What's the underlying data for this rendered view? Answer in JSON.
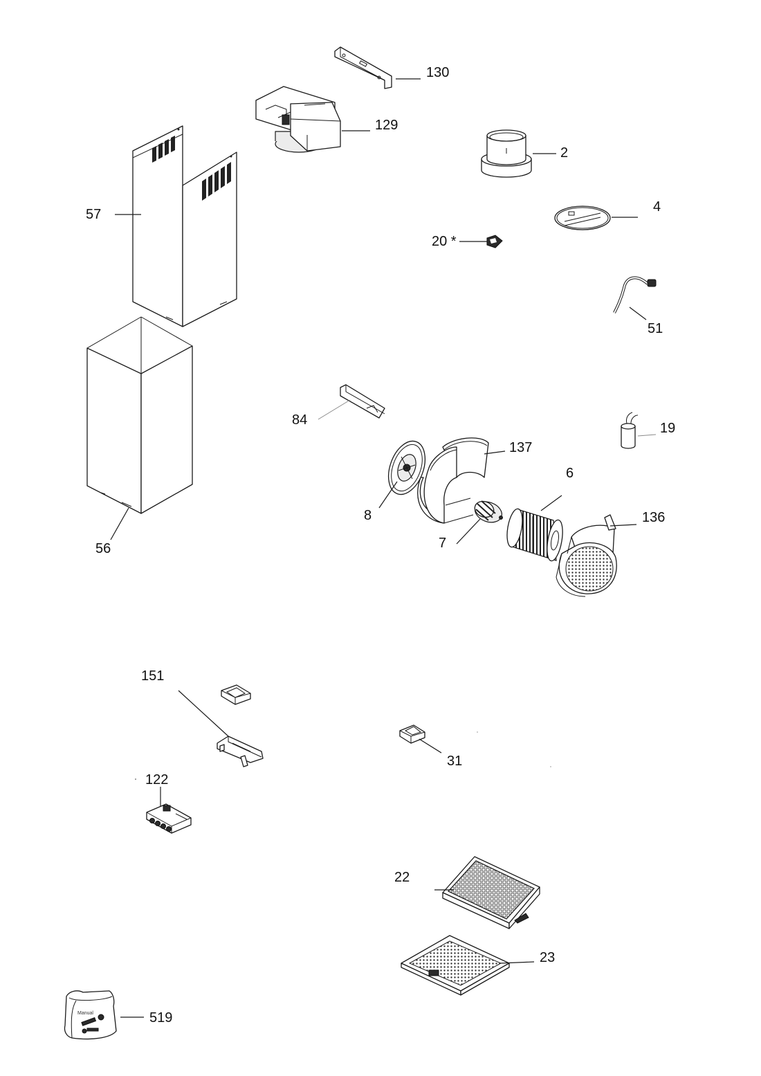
{
  "labels": {
    "p130": "130",
    "p129": "129",
    "p2": "2",
    "p57": "57",
    "p4": "4",
    "p20": "20 *",
    "p51": "51",
    "p84": "84",
    "p19": "19",
    "p137": "137",
    "p6": "6",
    "p8": "8",
    "p136": "136",
    "p7": "7",
    "p56": "56",
    "p151": "151",
    "p31": "31",
    "p122": "122",
    "p22": "22",
    "p23": "23",
    "p519": "519"
  },
  "bag_text": "Manual"
}
